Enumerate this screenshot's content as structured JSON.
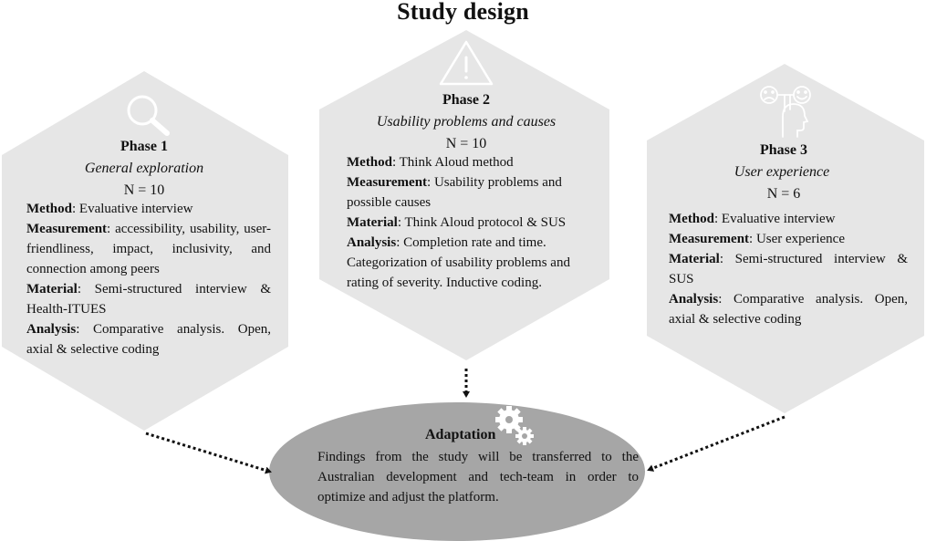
{
  "title": "Study design",
  "phases": [
    {
      "title": "Phase 1",
      "subtitle": "General exploration",
      "n": "N = 10",
      "items": [
        {
          "label": "Method",
          "text": ": Evaluative interview"
        },
        {
          "label": "Measurement",
          "text": ": accessibility, usability, user-friendliness, impact, inclusivity, and connection among peers"
        },
        {
          "label": "Material",
          "text": ": Semi-structured interview & Health-ITUES"
        },
        {
          "label": "Analysis",
          "text": ": Comparative analysis. Open, axial & selective coding"
        }
      ],
      "icon": "magnifier-icon"
    },
    {
      "title": "Phase 2",
      "subtitle": "Usability problems and causes",
      "n": "N = 10",
      "items": [
        {
          "label": "Method",
          "text": ": Think Aloud method"
        },
        {
          "label": "Measurement",
          "text": ": Usability problems and possible causes"
        },
        {
          "label": "Material",
          "text": ": Think Aloud protocol & SUS"
        },
        {
          "label": "Analysis",
          "text": ": Completion rate and time. Categorization of usability problems and rating of severity. Inductive coding."
        }
      ],
      "icon": "warning-icon"
    },
    {
      "title": "Phase 3",
      "subtitle": "User experience",
      "n": "N = 6",
      "items": [
        {
          "label": "Method",
          "text": ": Evaluative interview"
        },
        {
          "label": "Measurement",
          "text": ": User experience"
        },
        {
          "label": "Material",
          "text": ": Semi-structured interview & SUS"
        },
        {
          "label": "Analysis",
          "text": ": Comparative analysis. Open, axial & selective coding"
        }
      ],
      "icon": "user-emotion-icon"
    }
  ],
  "adaptation": {
    "title": "Adaptation",
    "text": "Findings from the study will be transferred to the Australian development and tech-team in order to optimize and adjust the platform.",
    "icon": "gears-icon"
  },
  "colors": {
    "hexagon": "#e6e6e6",
    "ellipse": "#a6a6a6",
    "arrow": "#111111",
    "icon": "#ffffff"
  }
}
